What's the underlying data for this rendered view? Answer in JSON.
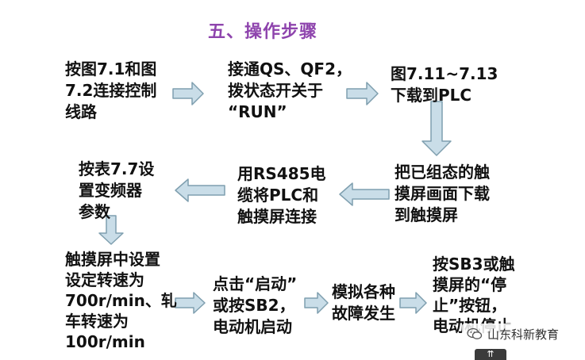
{
  "title": "五、操作步骤",
  "steps": [
    {
      "lines": [
        "按图7.1和图",
        "7.2连接控制",
        "线路"
      ]
    },
    {
      "lines": [
        "接通QS、QF2，",
        "拨状态开关于",
        "“RUN”"
      ]
    },
    {
      "lines": [
        "图7.11~7.13",
        "下载到PLC"
      ]
    },
    {
      "lines": [
        "把已组态的触",
        "摸屏画面下载",
        "到触摸屏"
      ]
    },
    {
      "lines": [
        "用RS485电",
        "缆将PLC和",
        "触摸屏连接"
      ]
    },
    {
      "lines": [
        "按表7.7设",
        "置变频器",
        "参数"
      ]
    },
    {
      "lines": [
        "触摸屏中设置",
        "设定转速为",
        "700r/min、轧",
        "车转速为",
        "100r/min"
      ]
    },
    {
      "lines": [
        "点击“启动”",
        "或按SB2，",
        "电动机启动"
      ]
    },
    {
      "lines": [
        "模拟各种",
        "故障发生"
      ]
    },
    {
      "lines": [
        "按SB3或触",
        "摸屏的“停",
        "止”按钮，",
        "电动机停止"
      ]
    }
  ],
  "colors": {
    "title": "#8e44ad",
    "arrow_fill": "#c9dde8",
    "arrow_stroke": "#7f9faf",
    "text": "#111111"
  },
  "watermark": {
    "text": "山东科新教育",
    "icon": "wechat-icon"
  },
  "bottom_tab": {
    "icon": "up-arrow-icon",
    "glyph": "⇈"
  }
}
